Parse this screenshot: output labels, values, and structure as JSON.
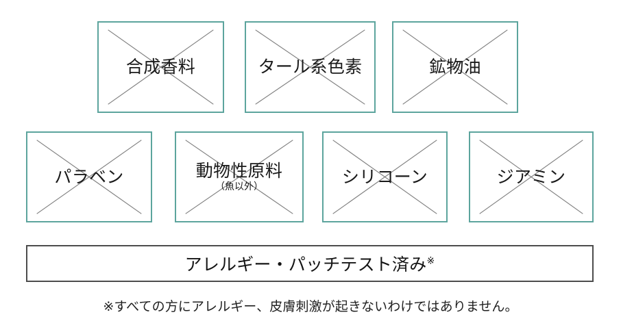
{
  "theme": {
    "box_border_color": "#5ca49d",
    "cross_color": "#808080",
    "banner_border_color": "#4c4c4c",
    "text_color": "#1a1a1a",
    "background": "#ffffff"
  },
  "free_ingredients": {
    "row1": [
      {
        "label": "合成香料",
        "sublabel": ""
      },
      {
        "label": "タール系色素",
        "sublabel": ""
      },
      {
        "label": "鉱物油",
        "sublabel": ""
      }
    ],
    "row2": [
      {
        "label": "パラベン",
        "sublabel": ""
      },
      {
        "label": "動物性原料",
        "sublabel": "（魚以外）"
      },
      {
        "label": "シリコーン",
        "sublabel": ""
      },
      {
        "label": "ジアミン",
        "sublabel": ""
      }
    ]
  },
  "banner": {
    "text": "アレルギー・パッチテスト済み",
    "marker": "※"
  },
  "footnote": {
    "text": "※すべての方にアレルギー、皮膚刺激が起きないわけではありません。"
  }
}
